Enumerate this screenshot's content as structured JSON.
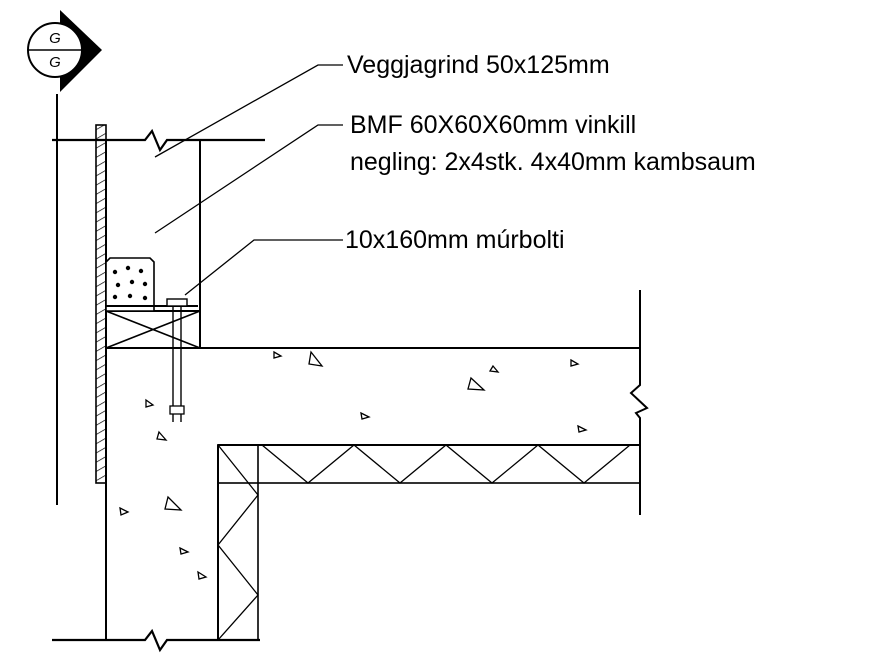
{
  "section_marker": {
    "top": "G",
    "bottom": "G"
  },
  "labels": {
    "wall_frame": "Veggjagrind 50x125mm",
    "bracket_line1": "BMF 60X60X60mm vinkill",
    "bracket_line2": "negling: 2x4stk. 4x40mm kambsaum",
    "anchor_bolt": "10x160mm múrbolti"
  },
  "colors": {
    "ink": "#000000",
    "paper": "#ffffff"
  }
}
